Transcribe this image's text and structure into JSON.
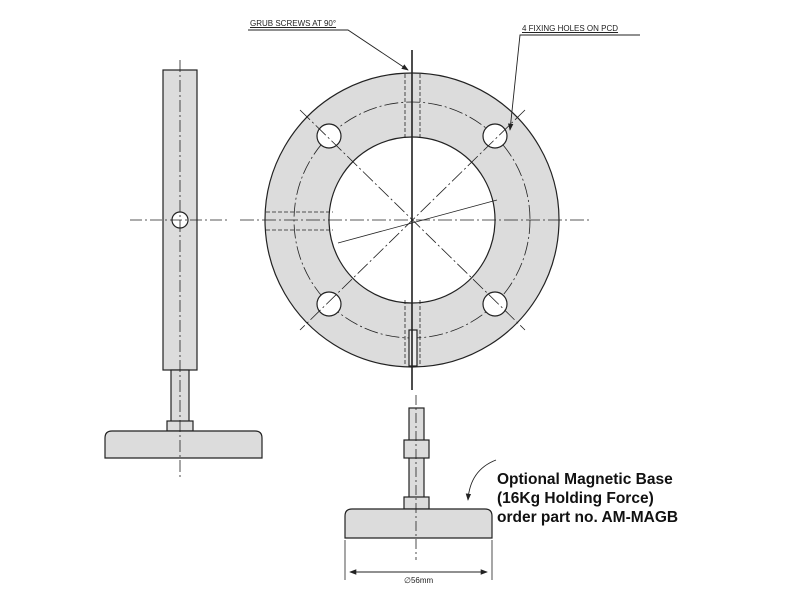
{
  "labels": {
    "grub_screws": "GRUB SCREWS AT 90°",
    "fixing_holes": "4 FIXING HOLES ON PCD",
    "diameter": "∅56mm"
  },
  "note": {
    "line1": "Optional Magnetic Base",
    "line2": "(16Kg Holding Force)",
    "line3": "order part no. AM-MAGB"
  },
  "colors": {
    "fill": "#dcdcdc",
    "line": "#222222"
  }
}
